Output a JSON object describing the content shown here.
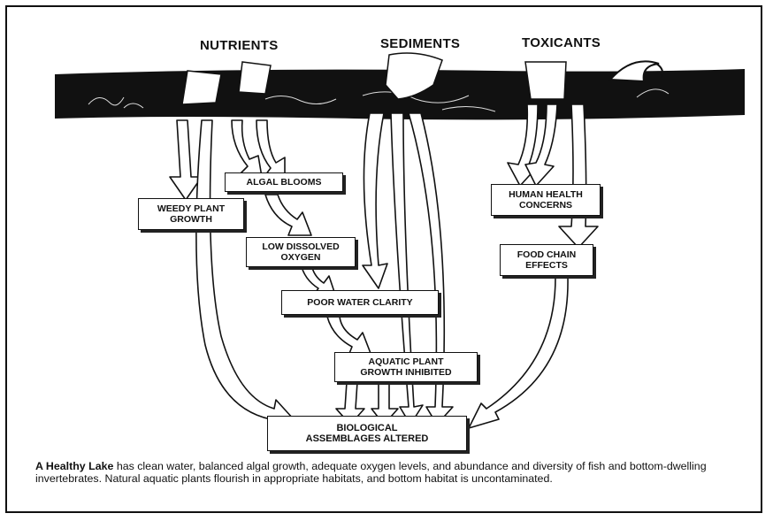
{
  "sources": {
    "nutrients": "NUTRIENTS",
    "sediments": "SEDIMENTS",
    "toxicants": "TOXICANTS"
  },
  "effects": {
    "weedy_plant_growth": "WEEDY PLANT\nGROWTH",
    "algal_blooms": "ALGAL BLOOMS",
    "low_dissolved_oxygen": "LOW DISSOLVED\nOXYGEN",
    "poor_water_clarity": "POOR WATER CLARITY",
    "aquatic_plant_growth_inhibited": "AQUATIC PLANT\nGROWTH INHIBITED",
    "human_health_concerns": "HUMAN HEALTH\nCONCERNS",
    "food_chain_effects": "FOOD CHAIN\nEFFECTS",
    "biological_assemblages_altered": "BIOLOGICAL\nASSEMBLAGES ALTERED"
  },
  "caption": {
    "lead": "A Healthy Lake",
    "body": " has clean water, balanced algal growth, adequate oxygen  levels, and abundance and diversity of fish and bottom-dwelling invertebrates.  Natural aquatic plants flourish in appropriate habitats, and bottom habitat is uncontaminated."
  }
}
